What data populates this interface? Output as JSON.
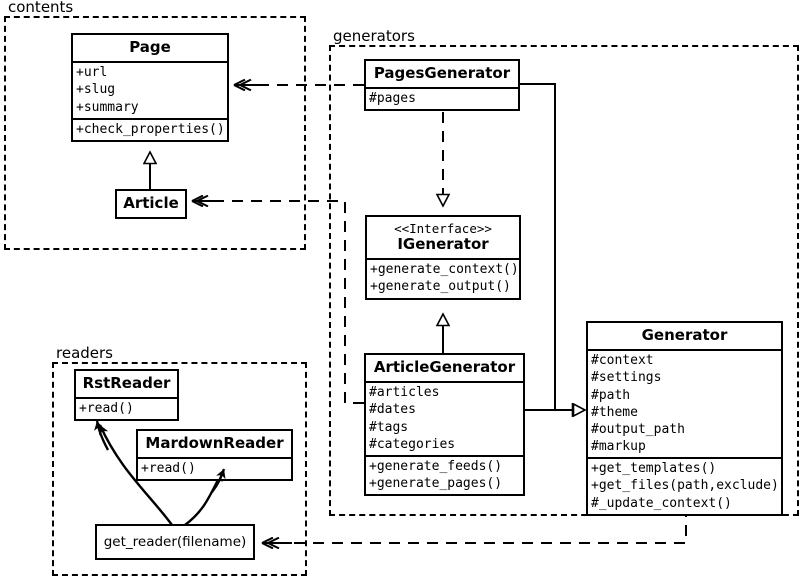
{
  "diagram": {
    "type": "uml-class-diagram",
    "title": "",
    "packages": [
      {
        "id": "contents",
        "label": "contents"
      },
      {
        "id": "generators",
        "label": "generators"
      },
      {
        "id": "readers",
        "label": "readers"
      }
    ],
    "classes": [
      {
        "id": "page",
        "package": "contents",
        "name": "Page",
        "stereotype": "",
        "attributes": [
          "+url",
          "+slug",
          "+summary"
        ],
        "methods": [
          "+check_properties()"
        ]
      },
      {
        "id": "article",
        "package": "contents",
        "name": "Article",
        "stereotype": "",
        "attributes": [],
        "methods": []
      },
      {
        "id": "pages_generator",
        "package": "generators",
        "name": "PagesGenerator",
        "stereotype": "",
        "attributes": [
          "#pages"
        ],
        "methods": []
      },
      {
        "id": "igenerator",
        "package": "generators",
        "name": "IGenerator",
        "stereotype": "<<Interface>>",
        "attributes": [],
        "methods": [
          "+generate_context()",
          "+generate_output()"
        ]
      },
      {
        "id": "article_generator",
        "package": "generators",
        "name": "ArticleGenerator",
        "stereotype": "",
        "attributes": [
          "#articles",
          "#dates",
          "#tags",
          "#categories"
        ],
        "methods": [
          "+generate_feeds()",
          "+generate_pages()"
        ]
      },
      {
        "id": "generator",
        "package": "",
        "name": "Generator",
        "stereotype": "",
        "attributes": [
          "#context",
          "#settings",
          "#path",
          "#theme",
          "#output_path",
          "#markup"
        ],
        "methods": [
          "+get_templates()",
          "+get_files(path,exclude)",
          "#_update_context()"
        ]
      },
      {
        "id": "rst_reader",
        "package": "readers",
        "name": "RstReader",
        "stereotype": "",
        "attributes": [],
        "methods": [
          "+read()"
        ]
      },
      {
        "id": "mardown_reader",
        "package": "readers",
        "name": "MardownReader",
        "stereotype": "",
        "attributes": [],
        "methods": [
          "+read()"
        ]
      }
    ],
    "functions": [
      {
        "id": "get_reader",
        "package": "readers",
        "label": "get_reader(filename)"
      }
    ],
    "relationships": [
      {
        "from": "pages_generator",
        "to": "page",
        "type": "dependency",
        "style": "dashed",
        "arrow": "open"
      },
      {
        "from": "article_generator",
        "to": "article",
        "type": "dependency",
        "style": "dashed",
        "arrow": "open"
      },
      {
        "from": "pages_generator",
        "to": "igenerator",
        "type": "realization",
        "style": "dashed",
        "arrow": "hollow-triangle"
      },
      {
        "from": "article_generator",
        "to": "igenerator",
        "type": "generalization",
        "style": "solid",
        "arrow": "hollow-triangle"
      },
      {
        "from": "article",
        "to": "page",
        "type": "generalization",
        "style": "solid",
        "arrow": "hollow-triangle"
      },
      {
        "from": "pages_generator",
        "to": "generator",
        "type": "generalization",
        "style": "solid",
        "arrow": "hollow-triangle"
      },
      {
        "from": "article_generator",
        "to": "generator",
        "type": "generalization",
        "style": "solid",
        "arrow": "hollow-triangle"
      },
      {
        "from": "generator",
        "to": "get_reader",
        "type": "dependency",
        "style": "dashed",
        "arrow": "open"
      },
      {
        "from": "get_reader",
        "to": "rst_reader",
        "type": "returns",
        "style": "solid-curved",
        "arrow": "filled"
      },
      {
        "from": "get_reader",
        "to": "mardown_reader",
        "type": "returns",
        "style": "solid-curved",
        "arrow": "filled"
      }
    ],
    "colors": {
      "stroke": "#000000",
      "background": "#ffffff",
      "text": "#000000"
    }
  }
}
